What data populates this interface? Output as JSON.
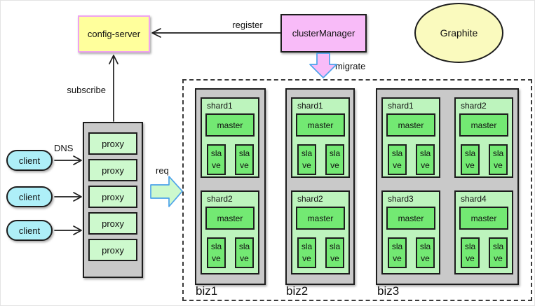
{
  "colors": {
    "yellow_fill": "#ffff9c",
    "pink_border": "#efa3ef",
    "pink_fill": "#f8bbf8",
    "paleyellow_fill": "#fafabe",
    "cyan_fill": "#aeeff8",
    "gray_fill": "#c9c9c9",
    "lightgreen_fill": "#cdf9cd",
    "shard_fill": "#bdf4bd",
    "green_fill": "#73e973",
    "blue_stroke": "#4da3ea",
    "line_color": "#1c1c1c"
  },
  "nodes": {
    "config_server": "config-server",
    "cluster_manager": "clusterManager",
    "graphite": "Graphite"
  },
  "edge_labels": {
    "register": "register",
    "migrate": "migrate",
    "subscribe": "subscribe",
    "dns": "DNS",
    "req": "req"
  },
  "clients": [
    "client",
    "client",
    "client"
  ],
  "proxies": [
    "proxy",
    "proxy",
    "proxy",
    "proxy",
    "proxy"
  ],
  "clusters": [
    {
      "name": "biz1",
      "shards": [
        {
          "name": "shard1",
          "master": "master",
          "slaves": [
            "slave",
            "slave"
          ]
        },
        {
          "name": "shard2",
          "master": "master",
          "slaves": [
            "slave",
            "slave"
          ]
        }
      ]
    },
    {
      "name": "biz2",
      "shards": [
        {
          "name": "shard1",
          "master": "master",
          "slaves": [
            "slave",
            "slave"
          ]
        },
        {
          "name": "shard2",
          "master": "master",
          "slaves": [
            "slave",
            "slave"
          ]
        }
      ]
    },
    {
      "name": "biz3",
      "shards": [
        {
          "name": "shard1",
          "master": "master",
          "slaves": [
            "slave",
            "slave"
          ]
        },
        {
          "name": "shard2",
          "master": "master",
          "slaves": [
            "slave",
            "slave"
          ]
        },
        {
          "name": "shard3",
          "master": "master",
          "slaves": [
            "slave",
            "slave"
          ]
        },
        {
          "name": "shard4",
          "master": "master",
          "slaves": [
            "slave",
            "slave"
          ]
        }
      ]
    }
  ]
}
